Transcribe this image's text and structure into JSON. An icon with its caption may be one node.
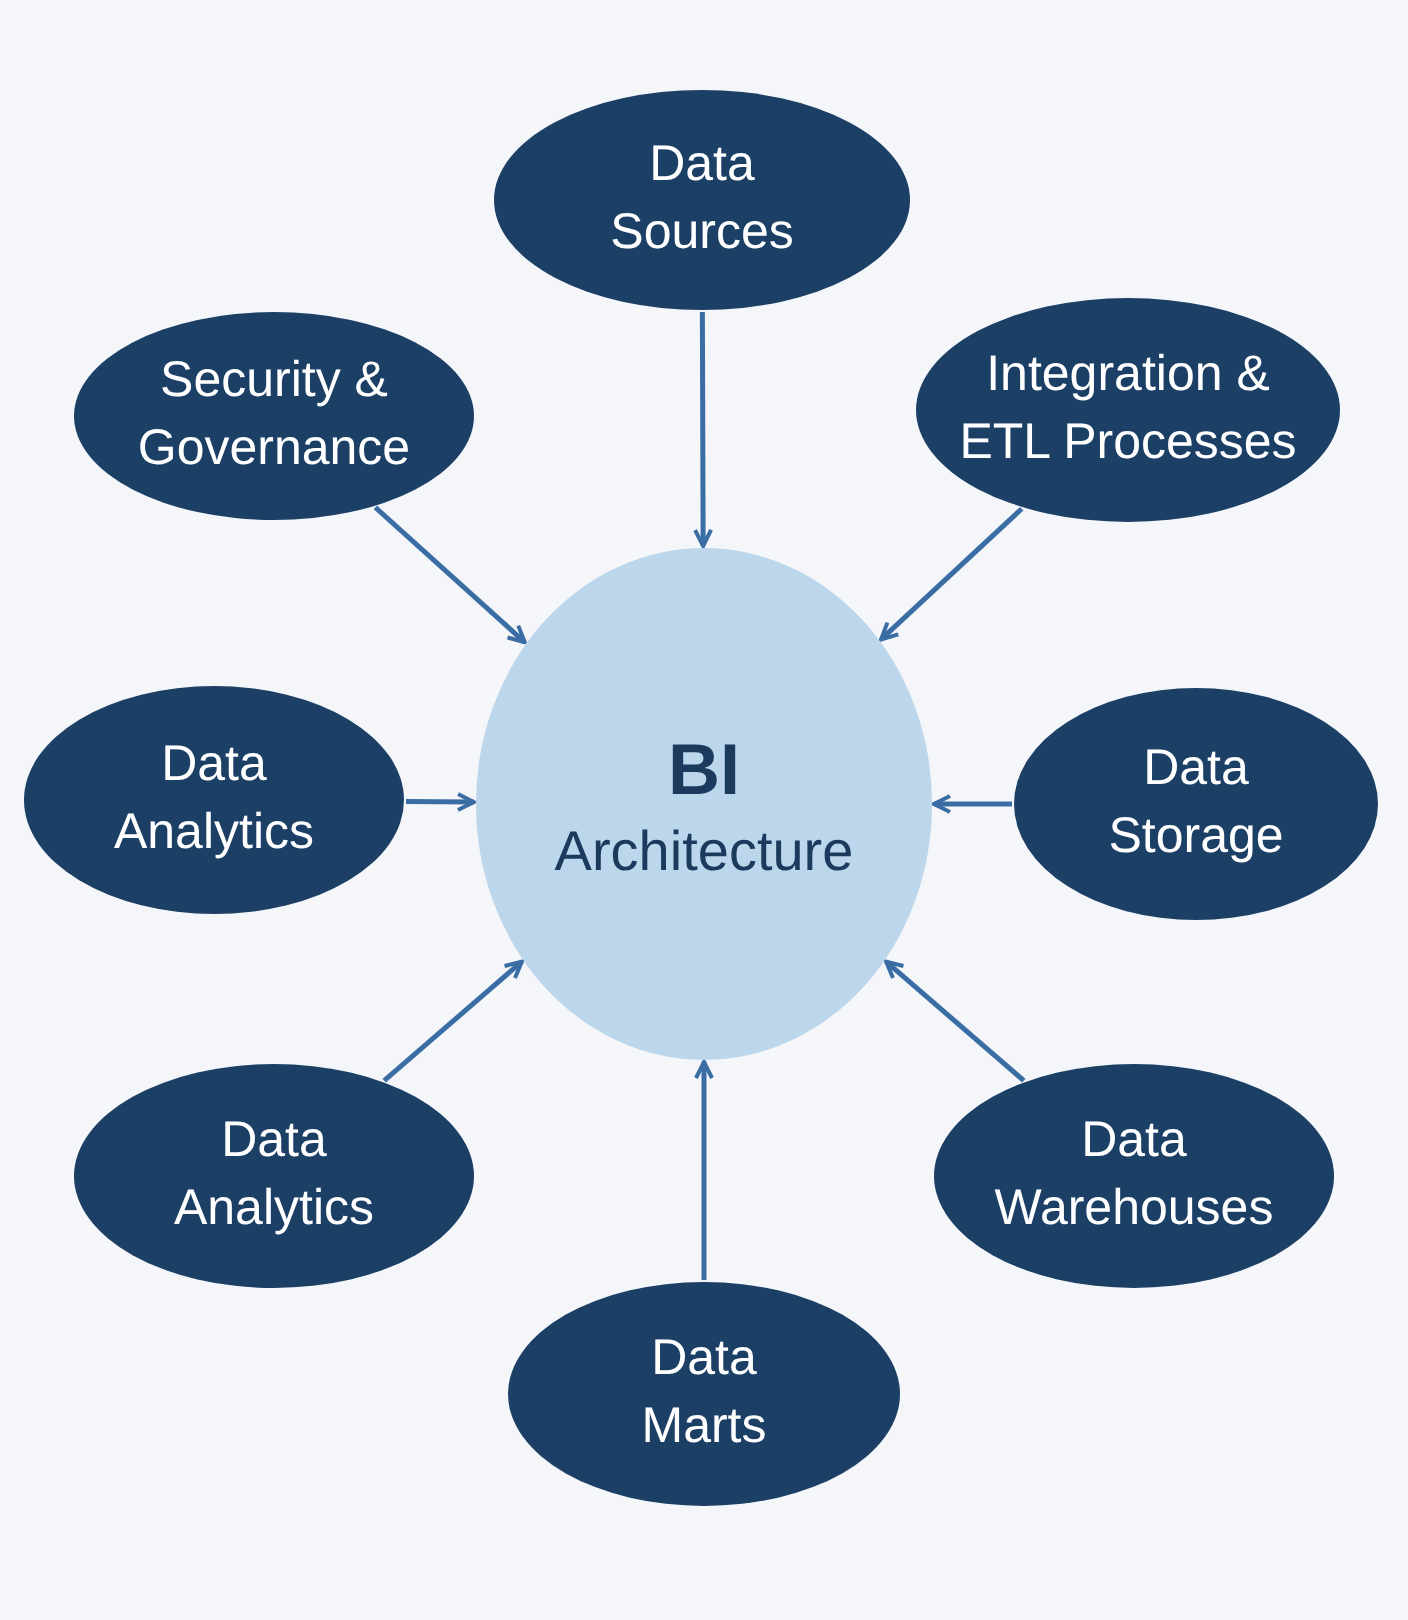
{
  "diagram": {
    "nodes": [
      {
        "text": [
          "BI",
          "Architecture"
        ]
      },
      {
        "text": [
          "Data Sources"
        ]
      },
      {
        "text": [
          "Security & Governance"
        ]
      },
      {
        "text": [
          "Integration & ETL Processes"
        ]
      },
      {
        "text": [
          "Data Analytics"
        ]
      },
      {
        "text": [
          "Data Storage"
        ]
      },
      {
        "text": [
          "Data Analytics"
        ]
      },
      {
        "text": [
          "Data Warehouses"
        ]
      },
      {
        "text": [
          "Data Marts"
        ]
      }
    ],
    "edges": [
      {
        "from": 1,
        "to": 0,
        "arrow": "to"
      },
      {
        "from": 2,
        "to": 0,
        "arrow": "to"
      },
      {
        "from": 3,
        "to": 0,
        "arrow": "to"
      },
      {
        "from": 4,
        "to": 0,
        "arrow": "to"
      },
      {
        "from": 5,
        "to": 0,
        "arrow": "to"
      },
      {
        "from": 6,
        "to": 0,
        "arrow": "to"
      },
      {
        "from": 7,
        "to": 0,
        "arrow": "to"
      },
      {
        "from": 8,
        "to": 0,
        "arrow": "to"
      }
    ]
  }
}
